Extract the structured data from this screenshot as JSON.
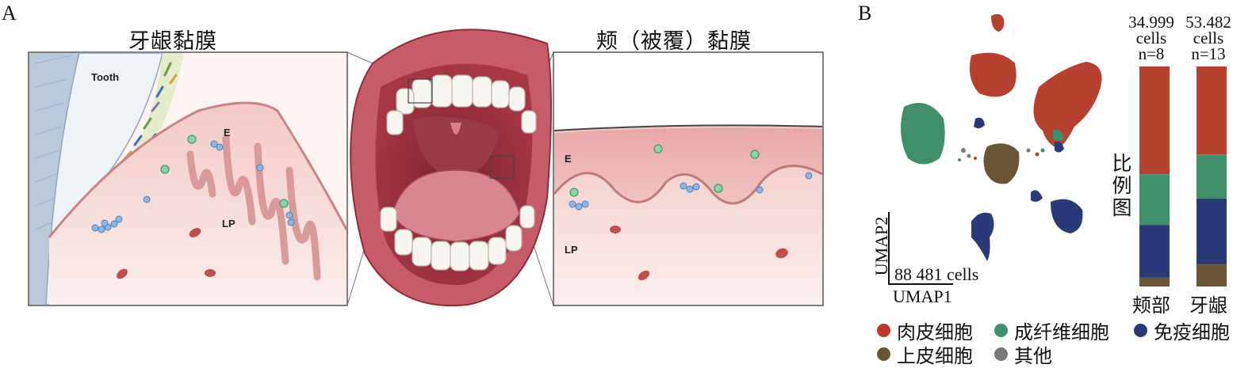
{
  "panels": {
    "a": {
      "label": "A",
      "left_title": "牙龈黏膜",
      "right_title": "颊（被覆）黏膜",
      "tooth_label": "Tooth",
      "epithelium_label": "E",
      "lamina_propria_label": "LP"
    },
    "b": {
      "label": "B",
      "umap": {
        "x_axis": "UMAP1",
        "y_axis": "UMAP2",
        "cell_count": "88 481 cells"
      },
      "bars": {
        "y_label_chars": [
          "比",
          "例",
          "图"
        ],
        "columns": [
          {
            "count": "34.999",
            "unit": "cells",
            "n": "n=8",
            "label": "颊部"
          },
          {
            "count": "53.482",
            "unit": "cells",
            "n": "n=13",
            "label": "牙龈"
          }
        ]
      },
      "legend": [
        {
          "label": "肉皮细胞",
          "color": "#c0392b"
        },
        {
          "label": "成纤维细胞",
          "color": "#3f8f6b"
        },
        {
          "label": "免疫细胞",
          "color": "#2a3a78"
        },
        {
          "label": "上皮细胞",
          "color": "#6b5433"
        },
        {
          "label": "其他",
          "color": "#7a7a7a"
        }
      ]
    }
  },
  "chart_data": {
    "type": "bar",
    "stacked": true,
    "categories": [
      "颊部",
      "牙龈"
    ],
    "series": [
      {
        "name": "肉皮细胞",
        "values": [
          49,
          40
        ],
        "color": "#b8402f"
      },
      {
        "name": "成纤维细胞",
        "values": [
          23,
          20
        ],
        "color": "#3f8f6b"
      },
      {
        "name": "免疫细胞",
        "values": [
          24,
          30
        ],
        "color": "#2a3a78"
      },
      {
        "name": "上皮细胞",
        "values": [
          4,
          10
        ],
        "color": "#6b5433"
      }
    ],
    "ylim": [
      0,
      100
    ]
  }
}
